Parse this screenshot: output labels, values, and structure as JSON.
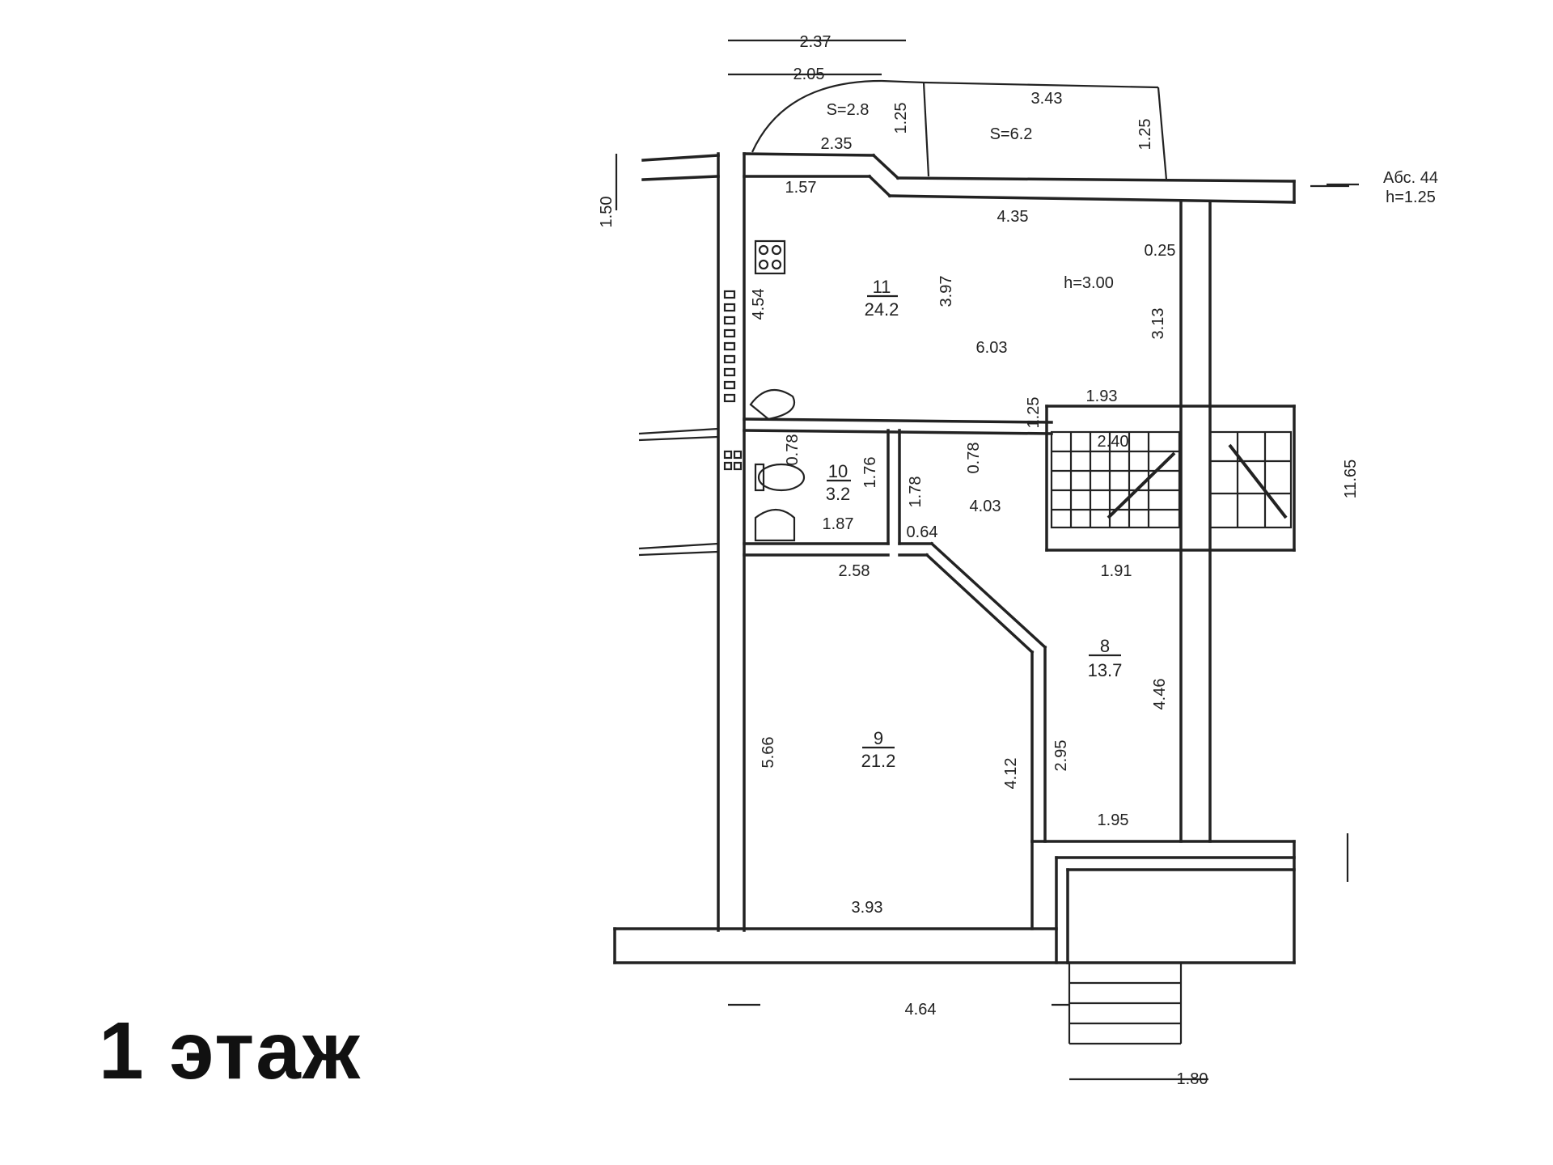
{
  "floor": {
    "title": "1 этаж"
  },
  "rooms": [
    {
      "id": "11",
      "area": "24.2"
    },
    {
      "id": "10",
      "area": "3.2"
    },
    {
      "id": "9",
      "area": "21.2"
    },
    {
      "id": "8",
      "area": "13.7"
    }
  ],
  "dims": {
    "d237": "2.37",
    "d205": "2.05",
    "s28": "S=2.8",
    "s62": "S=6.2",
    "d343": "3.43",
    "d125a": "1.25",
    "d125b": "1.25",
    "d235": "2.35",
    "d157": "1.57",
    "d435": "4.35",
    "d150": "1.50",
    "d023": "0.25",
    "d454": "4.54",
    "d397": "3.97",
    "h300": "h=3.00",
    "d313": "3.13",
    "d603": "6.03",
    "d193": "1.93",
    "d125c": "1.25",
    "d078a": "0.78",
    "d176": "1.76",
    "d178": "1.78",
    "d078b": "0.78",
    "d403": "4.03",
    "d187": "1.87",
    "d064": "0.64",
    "d258": "2.58",
    "d191": "1.91",
    "d1165": "11.65",
    "d240": "2.40",
    "d566": "5.66",
    "d412": "4.12",
    "d295": "2.95",
    "d446": "4.46",
    "d195": "1.95",
    "d393": "3.93",
    "d464": "4.64",
    "d180": "1.80",
    "abs": "Абс. 44",
    "hnote": "h=1.25"
  }
}
